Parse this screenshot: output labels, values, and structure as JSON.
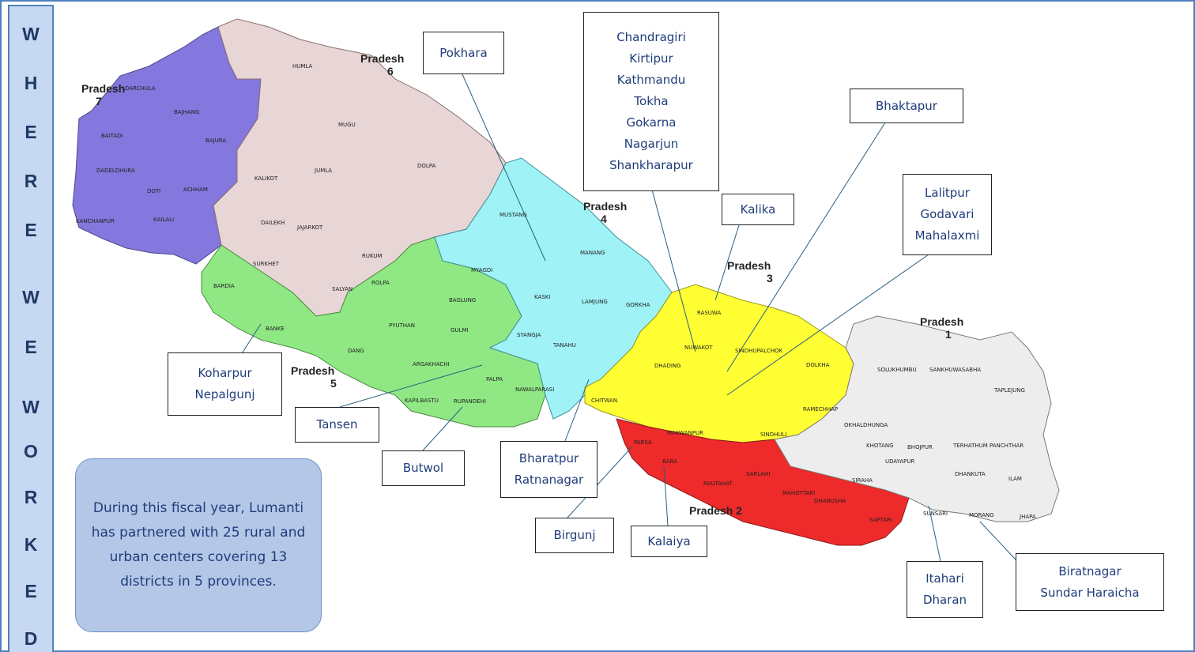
{
  "sidebar": {
    "letters": [
      "W",
      "H",
      "E",
      "R",
      "E",
      "W",
      "E",
      "W",
      "O",
      "R",
      "K",
      "E",
      "D"
    ]
  },
  "note": "During this fiscal year, Lumanti has partnered with 25 rural and urban centers covering 13 districts in 5 provinces.",
  "provinces": {
    "p1": {
      "label": "Pradesh",
      "num": "1"
    },
    "p2": {
      "label": "Pradesh 2"
    },
    "p3": {
      "label": "Pradesh",
      "num": "3"
    },
    "p4": {
      "label": "Pradesh",
      "num": "4"
    },
    "p5": {
      "label": "Pradesh",
      "num": "5"
    },
    "p6": {
      "label": "Pradesh",
      "num": "6"
    },
    "p7": {
      "label": "Pradesh",
      "num": "7"
    }
  },
  "districts": [
    "HUMLA",
    "MUGU",
    "DOLPA",
    "KALIKOT",
    "JUMLA",
    "JAJARKOT",
    "DAILEKH",
    "RUKUM",
    "SALYAN",
    "SURKHET",
    "DARCHULA",
    "BAJHANG",
    "BAITADI",
    "BAJURA",
    "DADELDHURA",
    "DOTI",
    "ACHHAM",
    "KANCHANPUR",
    "KAILALI",
    "BARDIA",
    "BANKE",
    "DANG",
    "ROLPA",
    "PYUTHAN",
    "GULMI",
    "ARGAKHACHI",
    "PALPA",
    "KAPILBASTU",
    "RUPANDEHI",
    "NAWALPARASI",
    "MUSTANG",
    "MYAGDI",
    "MANANG",
    "BAGLUNG",
    "KASKI",
    "LAMJUNG",
    "GORKHA",
    "SYANGJA",
    "TANAHU",
    "CHITWAN",
    "RASUWA",
    "NUWAKOT",
    "DHADING",
    "SINDHUPALCHOK",
    "DOLKHA",
    "MAKWANPUR",
    "RAMECHHAP",
    "SINDHULI",
    "PARSA",
    "BARA",
    "RAUTAHAT",
    "SARLAHI",
    "MAHOTTARI",
    "DHANUSHA",
    "SIRAHA",
    "SAPTARI",
    "SOLUKHUMBU",
    "SANKHUWASABHA",
    "TAPLEJUNG",
    "OKHALDHUNGA",
    "KHOTANG",
    "BHOJPUR",
    "TERHATHUM",
    "PANCHTHAR",
    "UDAYAPUR",
    "DHANKUTA",
    "SUNSARI",
    "MORANG",
    "ILAM",
    "JHAPA"
  ],
  "callouts": {
    "pokhara": [
      "Pokhara"
    ],
    "kathmandu_valley": [
      "Chandragiri",
      "Kirtipur",
      "Kathmandu",
      "Tokha",
      "Gokarna",
      "Nagarjun",
      "Shankharapur"
    ],
    "bhaktapur": [
      "Bhaktapur"
    ],
    "kalika": [
      "Kalika"
    ],
    "lalitpur": [
      "Lalitpur",
      "Godavari",
      "Mahalaxmi"
    ],
    "koharpur": [
      "Koharpur",
      "Nepalgunj"
    ],
    "tansen": [
      "Tansen"
    ],
    "butwol": [
      "Butwol"
    ],
    "bharatpur": [
      "Bharatpur",
      "Ratnanagar"
    ],
    "birgunj": [
      "Birgunj"
    ],
    "kalaiya": [
      "Kalaiya"
    ],
    "itahari": [
      "Itahari",
      "Dharan"
    ],
    "biratnagar": [
      "Biratnagar",
      "Sundar Haraicha"
    ]
  },
  "colors": {
    "p1": "#eeeded",
    "p2": "#ee2a2a",
    "p3": "#ffff33",
    "p4": "#9ff2f5",
    "p5": "#8fe884",
    "p6": "#e8d5d5",
    "p7": "#8477dd",
    "accent": "#4f81bd"
  }
}
